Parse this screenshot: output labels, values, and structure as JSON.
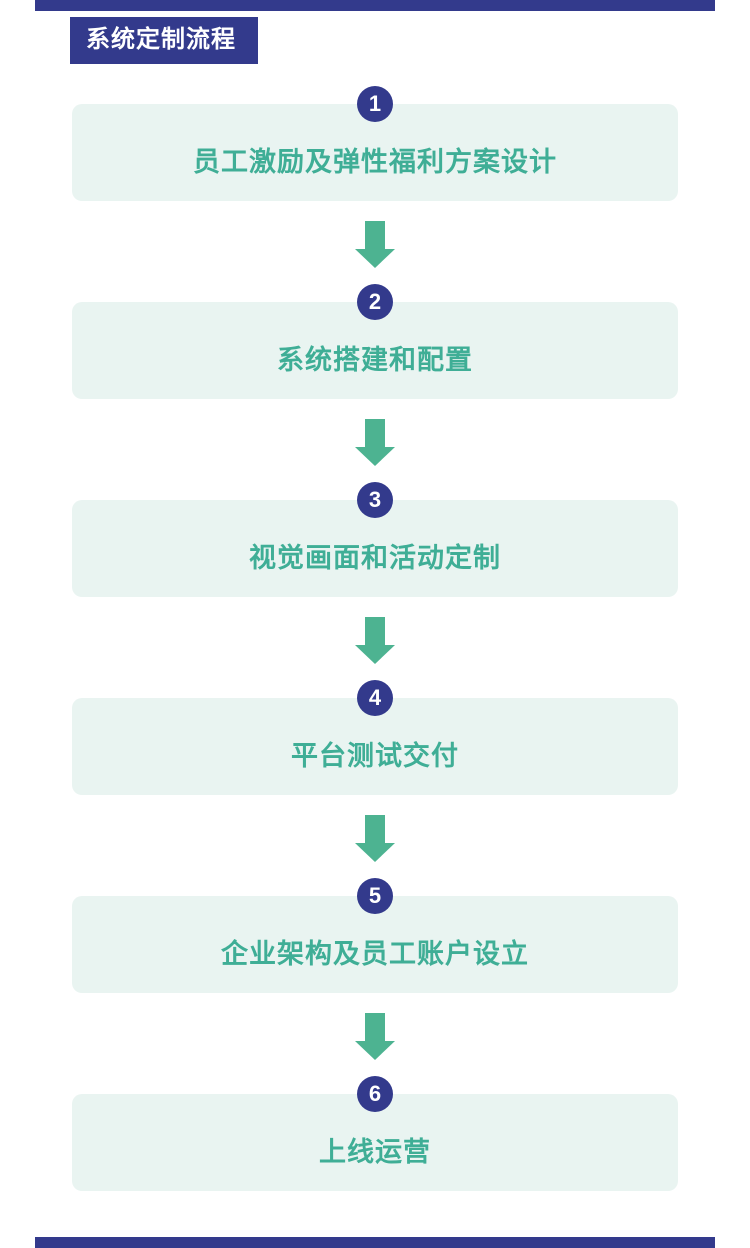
{
  "page": {
    "background": "#ffffff",
    "accent_navy": "#333a8c",
    "accent_green": "#4db391",
    "card_bg": "#e9f4f1",
    "card_text_color": "#3fae96"
  },
  "header": {
    "title": "系统定制流程"
  },
  "flow": {
    "steps": [
      {
        "number": "1",
        "label": "员工激励及弹性福利方案设计"
      },
      {
        "number": "2",
        "label": "系统搭建和配置"
      },
      {
        "number": "3",
        "label": "视觉画面和活动定制"
      },
      {
        "number": "4",
        "label": "平台测试交付"
      },
      {
        "number": "5",
        "label": "企业架构及员工账户设立"
      },
      {
        "number": "6",
        "label": "上线运营"
      }
    ]
  }
}
